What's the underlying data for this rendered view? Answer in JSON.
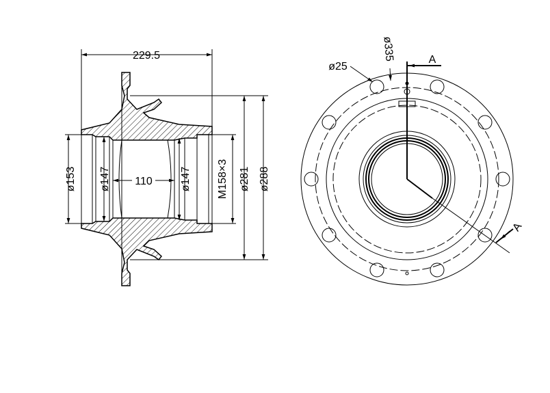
{
  "side_view": {
    "dim_overall_length": "229.5",
    "dim_bore_outer": "ø153",
    "dim_bore_left": "ø147",
    "dim_bore_right": "ø147",
    "dim_bore_spacing": "110",
    "dim_thread": "M158×3",
    "dim_pilot": "ø281",
    "dim_flange": "ø288"
  },
  "front_view": {
    "dim_bolt_hole": "ø25",
    "dim_bolt_circle": "ø335",
    "section_label_top": "A",
    "section_label_bottom": "A"
  }
}
